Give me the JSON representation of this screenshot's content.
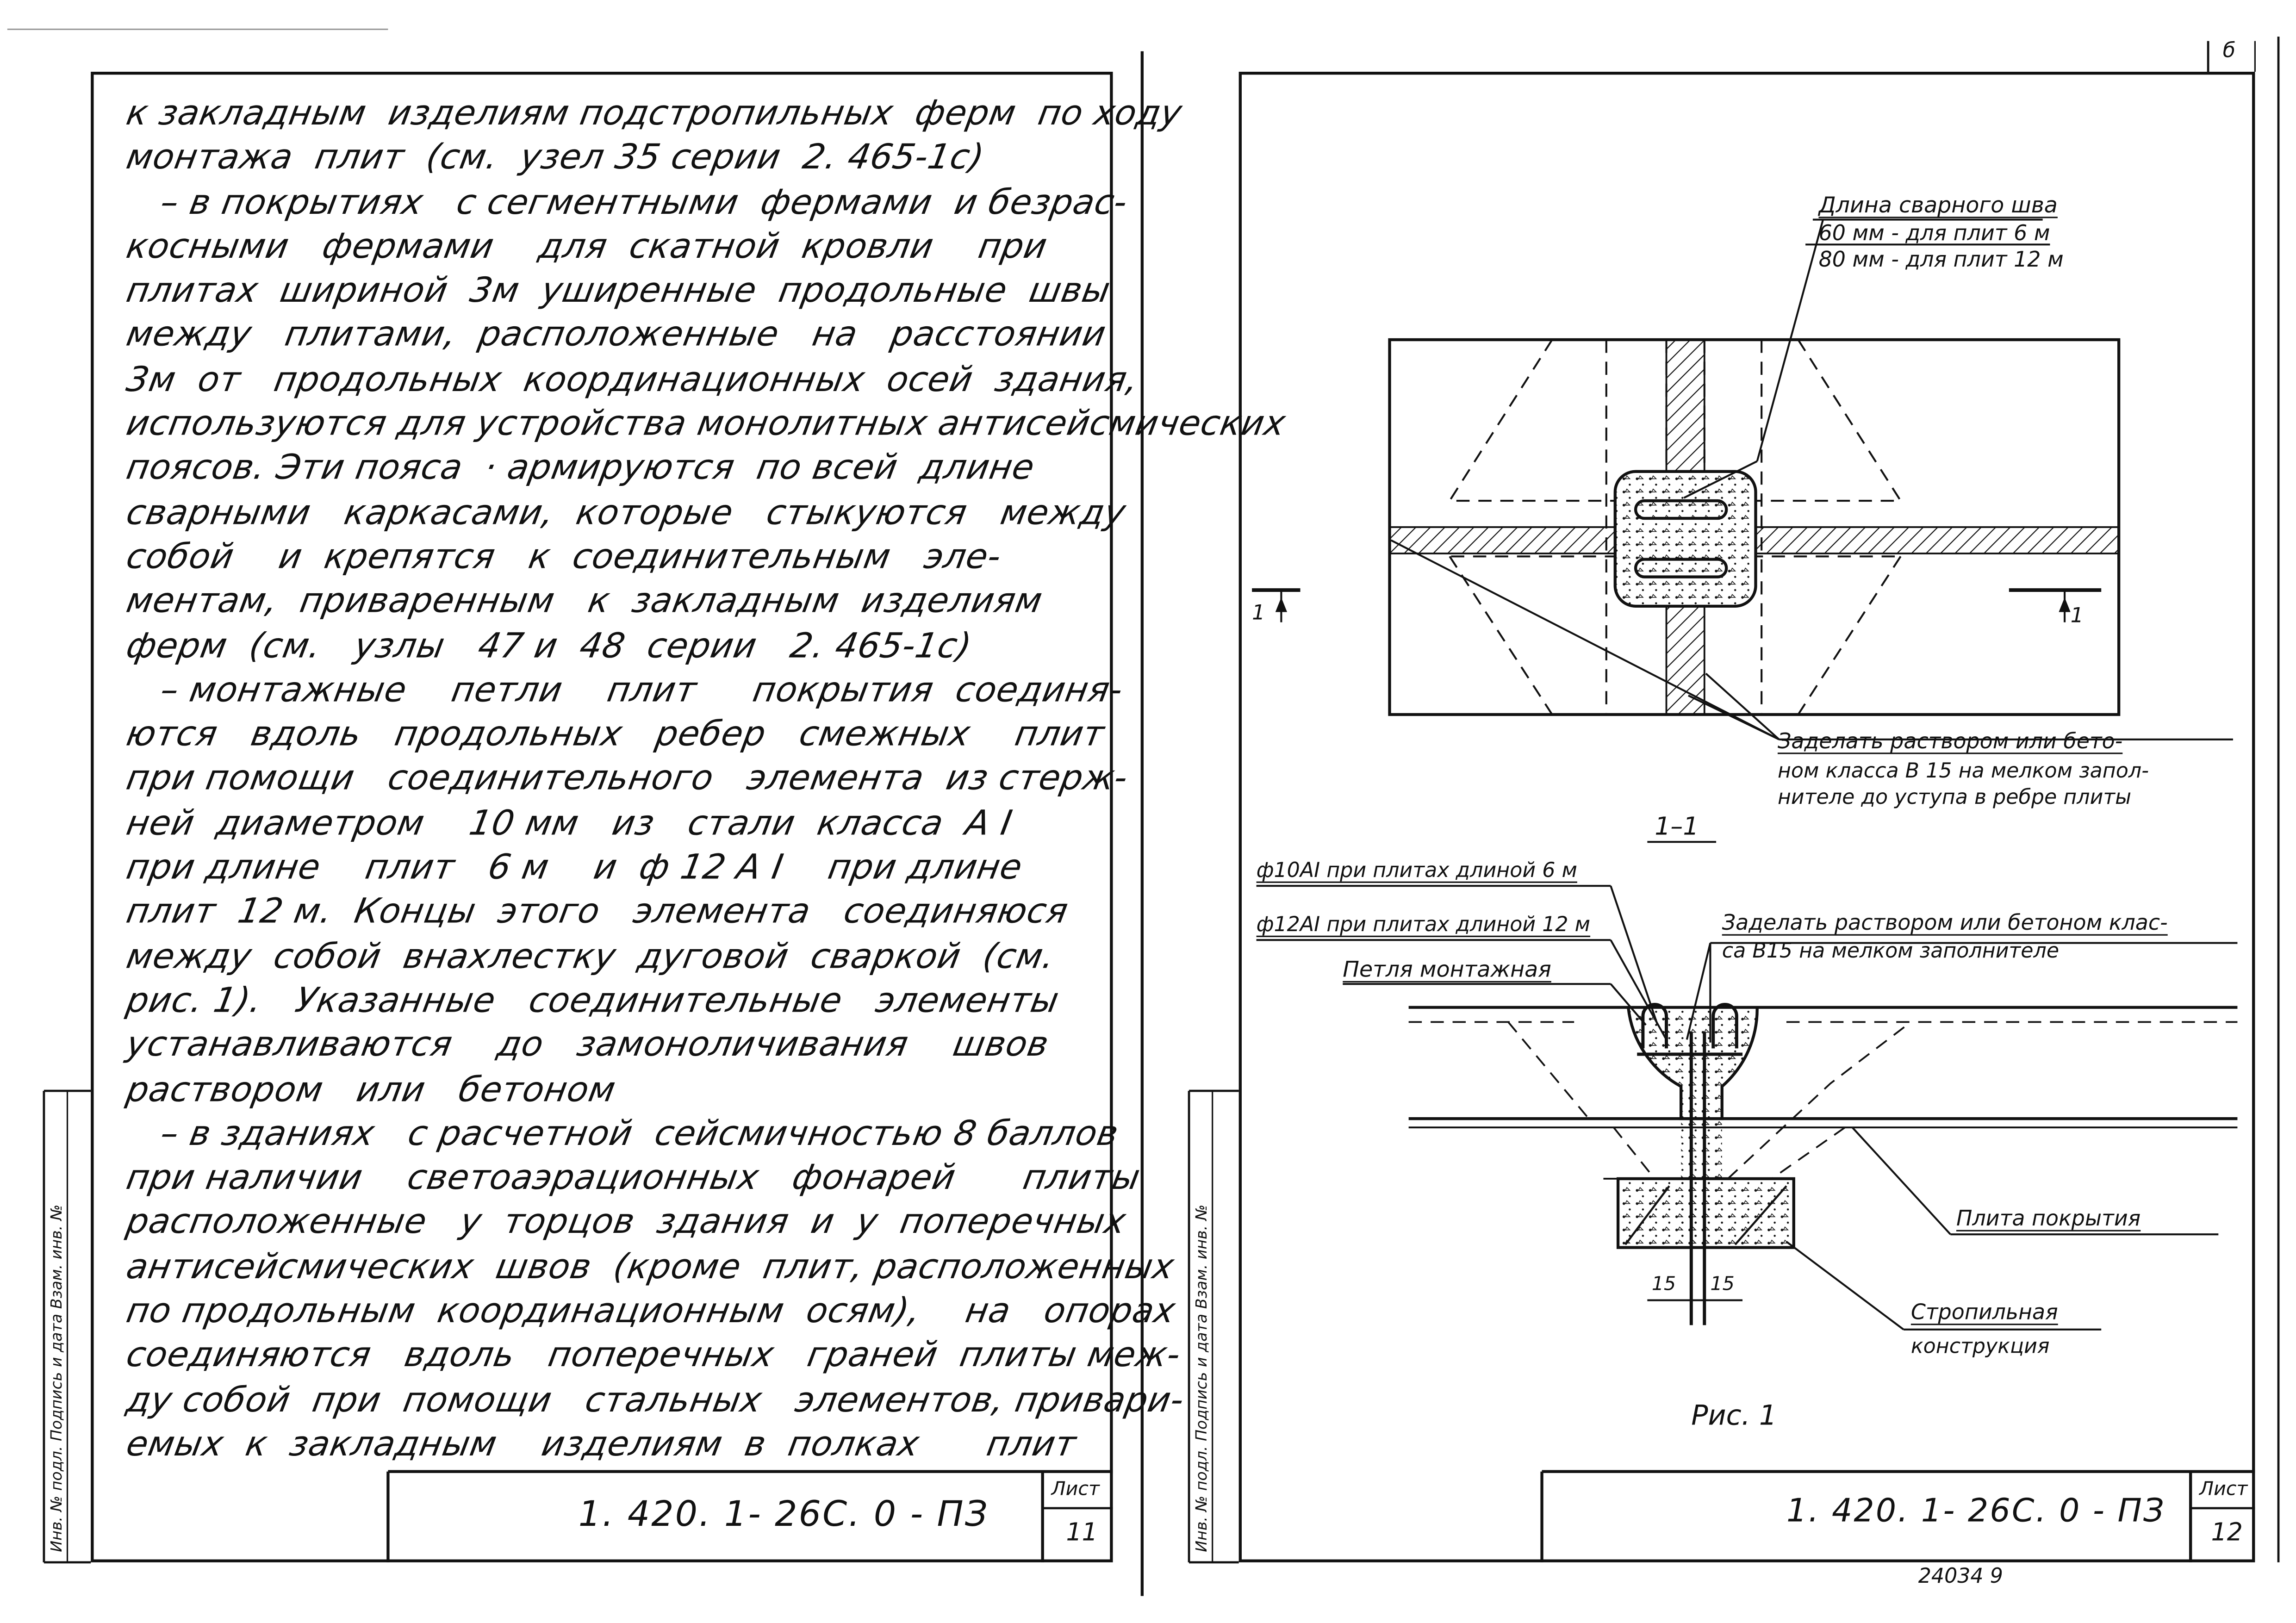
{
  "left_page": {
    "body_lines": [
      "к закладным  изделиям подстропильных  ферм  по ходу",
      "монтажа  плит  (см.  узел 35 серии  2. 465-1с)",
      "   – в покрытиях   с сегментными  фермами  и безрас-",
      "косными   фермами    для  скатной  кровли    при",
      "плитах  шириной  3м  уширенные  продольные  швы",
      "между   плитами,  расположенные   на   расстоянии",
      "3м  от   продольных  координационных  осей  здания,",
      "используются для устройства монолитных антисейсмических",
      "поясов. Эти пояса  · армируются  по всей  длине",
      "сварными   каркасами,  которые   стыкуются   между",
      "собой    и  крепятся   к  соединительным   эле-",
      "ментам,  приваренным   к  закладным  изделиям",
      "ферм  (см.   узлы   47 и  48  серии   2. 465-1с)",
      "   – монтажные    петли    плит     покрытия  соединя-",
      "ются   вдоль   продольных   ребер   смежных    плит",
      "при помощи   соединительного   элемента  из стерж-",
      "ней  диаметром    10 мм   из   стали  класса  А I",
      "при длине    плит   6 м    и  ф 12 А I    при длине",
      "плит  12 м.  Концы  этого   элемента   соединяюся",
      "между  собой  внахлестку  дуговой  сваркой  (см.",
      "рис. 1).   Указанные   соединительные   элементы",
      "устанавливаются    до   замоноличивания    швов",
      "раствором   или   бетоном",
      "   – в зданиях   с расчетной  сейсмичностью 8 баллов",
      "при наличии    светоаэрационных   фонарей      плиты",
      "расположенные   у  торцов  здания  и  у  поперечных",
      "антисейсмических  швов  (кроме  плит, расположенных",
      "по продольным  координационным  осям),    на   опорах",
      "соединяются   вдоль   поперечных   граней  плиты меж-",
      "ду собой  при  помощи   стальных   элементов, привари-",
      "емых  к  закладным    изделиям  в  полках      плит"
    ],
    "sidebar_label": "Инв. № подл.   Подпись и дата   Взам. инв. №",
    "stamp": {
      "code": "1. 420. 1- 26С. 0 - ПЗ",
      "sheet_label": "Лист",
      "sheet_no": "11"
    }
  },
  "right_page": {
    "top_corner": "б",
    "figure_top": {
      "weld_title": "Длина сварного шва",
      "weld_6m": "60 мм - для  плит   6 м",
      "weld_12m": "80 мм - для  плит  12 м",
      "fill_line1": "Заделать  раствором или бето-",
      "fill_line2": "ном  класса   В 15  на мелком  запол-",
      "fill_line3": "нителе до  уступа  в ребре  плиты",
      "section_mark_left": "1",
      "section_mark_right": "1",
      "section_title": "1–1"
    },
    "figure_bottom": {
      "rod_10": "ф10АI при плитах длиной 6 м",
      "rod_12": "ф12АI при плитах длиной 12 м",
      "loop": "Петля  монтажная",
      "fill_line1": "Заделать  раствором  или  бетоном  клас-",
      "fill_line2": "са  В15  на  мелком  заполнителе",
      "slab": "Плита  покрытия",
      "truss_line1": "Стропильная",
      "truss_line2": "конструкция",
      "dim_left": "15",
      "dim_right": "15",
      "caption": "Рис. 1"
    },
    "sidebar_label": "Инв. № подл.   Подпись и дата   Взам. инв. №",
    "stamp": {
      "code": "1. 420. 1- 26С. 0 - ПЗ",
      "sheet_label": "Лист",
      "sheet_no": "12"
    },
    "handwritten_number": "24034    9"
  }
}
